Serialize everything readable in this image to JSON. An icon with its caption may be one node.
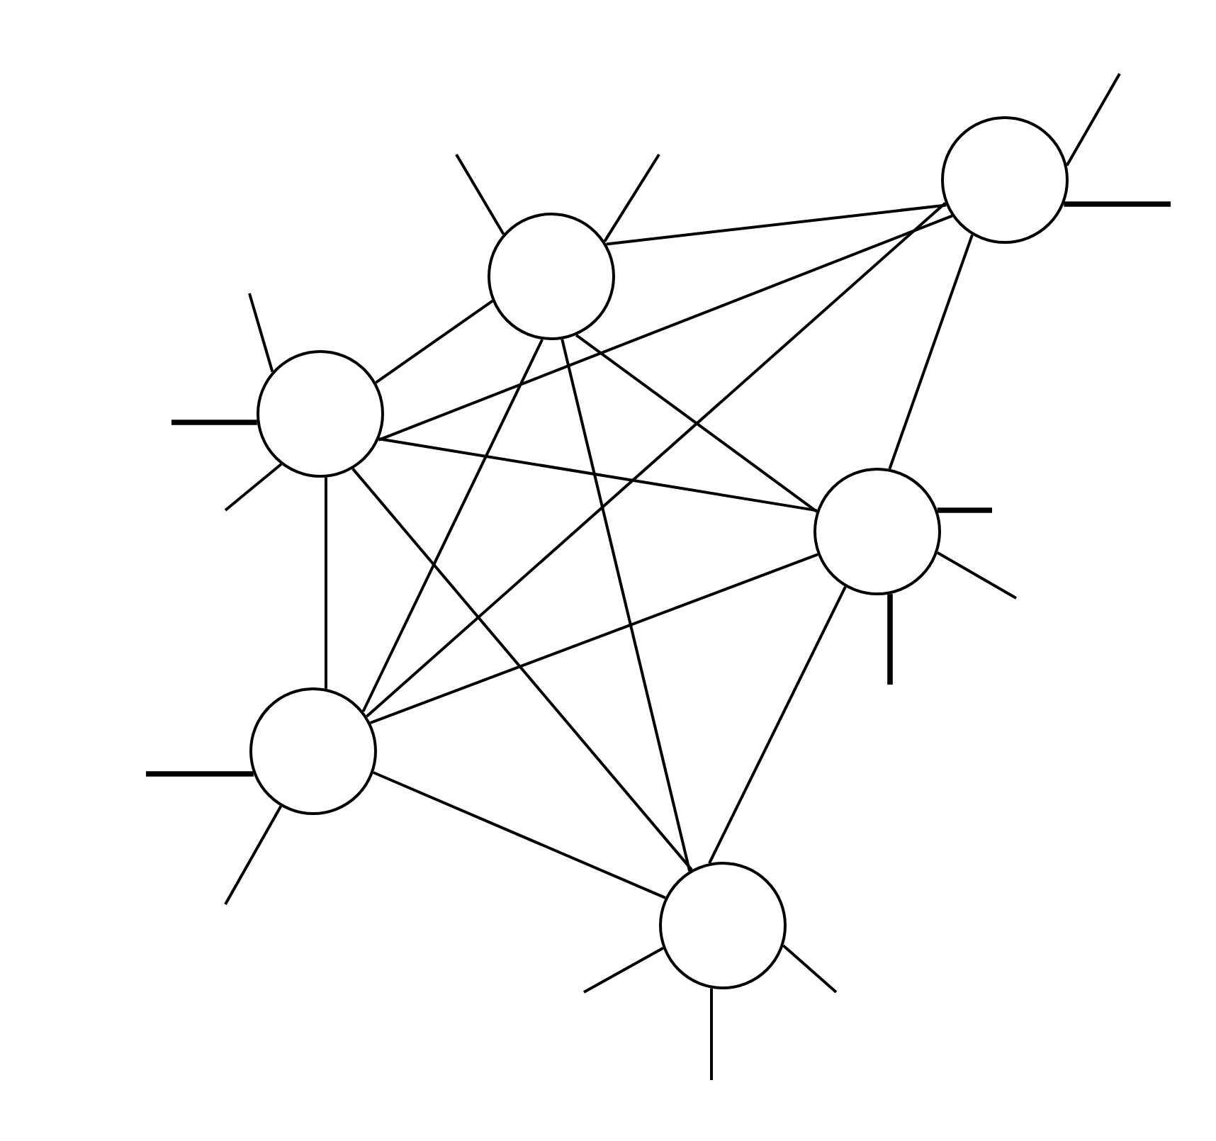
{
  "diagram": {
    "nodes": [
      {
        "text": [],
        "shape": "circle"
      },
      {
        "text": [],
        "shape": "circle"
      },
      {
        "text": [],
        "shape": "circle"
      },
      {
        "text": [],
        "shape": "circle"
      },
      {
        "text": [],
        "shape": "circle"
      },
      {
        "text": [],
        "shape": "circle"
      }
    ],
    "edges": [
      {
        "from": 1,
        "to": 0,
        "arrow": "none"
      },
      {
        "from": 2,
        "to": 0,
        "arrow": "none"
      },
      {
        "from": 4,
        "to": 0,
        "arrow": "none"
      },
      {
        "from": 3,
        "to": 0,
        "arrow": "none"
      },
      {
        "from": 2,
        "to": 1,
        "arrow": "none"
      },
      {
        "from": 1,
        "to": 4,
        "arrow": "none"
      },
      {
        "from": 1,
        "to": 5,
        "arrow": "none"
      },
      {
        "from": 1,
        "to": 3,
        "arrow": "none"
      },
      {
        "from": 2,
        "to": 3,
        "arrow": "none"
      },
      {
        "from": 2,
        "to": 4,
        "arrow": "none"
      },
      {
        "from": 2,
        "to": 5,
        "arrow": "none"
      },
      {
        "from": 3,
        "to": 4,
        "arrow": "none"
      },
      {
        "from": 3,
        "to": 5,
        "arrow": "none"
      },
      {
        "from": 4,
        "to": 5,
        "arrow": "none"
      },
      {
        "from": 0,
        "to": null,
        "arrow": "none"
      },
      {
        "from": 0,
        "to": null,
        "arrow": "none",
        "style": "thick"
      },
      {
        "from": 1,
        "to": null,
        "arrow": "none"
      },
      {
        "from": 1,
        "to": null,
        "arrow": "none"
      },
      {
        "from": 2,
        "to": null,
        "arrow": "none"
      },
      {
        "from": 2,
        "to": null,
        "arrow": "none",
        "style": "thick"
      },
      {
        "from": 2,
        "to": null,
        "arrow": "none"
      },
      {
        "from": 3,
        "to": null,
        "arrow": "none",
        "style": "thick"
      },
      {
        "from": 3,
        "to": null,
        "arrow": "none"
      },
      {
        "from": 3,
        "to": null,
        "arrow": "none",
        "style": "thick"
      },
      {
        "from": 4,
        "to": null,
        "arrow": "none",
        "style": "thick"
      },
      {
        "from": 4,
        "to": null,
        "arrow": "none"
      },
      {
        "from": 5,
        "to": null,
        "arrow": "none"
      },
      {
        "from": 5,
        "to": null,
        "arrow": "none"
      },
      {
        "from": 5,
        "to": null,
        "arrow": "none"
      }
    ]
  }
}
